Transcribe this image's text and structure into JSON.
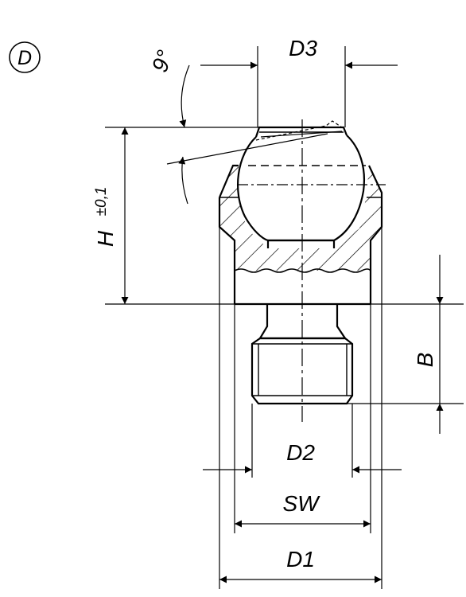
{
  "view_label": "D",
  "dimensions": {
    "angle": "9°",
    "d3": "D3",
    "height": "H",
    "height_tolerance": "±0,1",
    "b": "B",
    "d2": "D2",
    "sw": "SW",
    "d1": "D1"
  }
}
